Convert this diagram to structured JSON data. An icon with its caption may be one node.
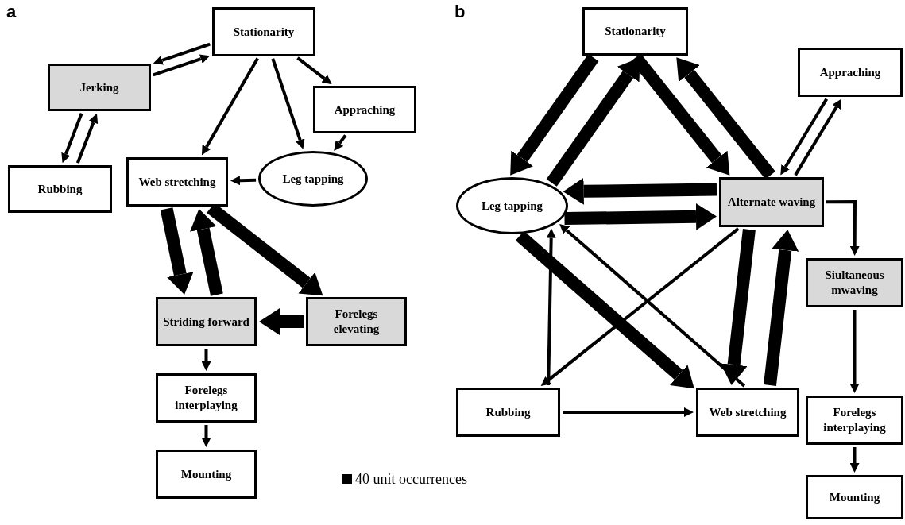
{
  "diagram": {
    "nodes": [
      {
        "text": [
          "Stationarity"
        ]
      },
      {
        "text": [
          "Jerking"
        ]
      },
      {
        "text": [
          "Appraching"
        ]
      },
      {
        "text": [
          "Rubbing"
        ]
      },
      {
        "text": [
          "Web stretching"
        ]
      },
      {
        "text": [
          "Leg tapping"
        ]
      },
      {
        "text": [
          "Striding forward"
        ]
      },
      {
        "text": [
          "Forelegs elevating"
        ]
      },
      {
        "text": [
          "Forelegs interplaying"
        ]
      },
      {
        "text": [
          "Mounting"
        ]
      },
      {
        "text": [
          "Stationarity"
        ]
      },
      {
        "text": [
          "Appraching"
        ]
      },
      {
        "text": [
          "Leg tapping"
        ]
      },
      {
        "text": [
          "Alternate waving"
        ]
      },
      {
        "text": [
          "Siultaneous mwaving"
        ]
      },
      {
        "text": [
          "Rubbing"
        ]
      },
      {
        "text": [
          "Web stretching"
        ]
      },
      {
        "text": [
          "Forelegs interplaying"
        ]
      },
      {
        "text": [
          "Mounting"
        ]
      }
    ],
    "edges": [
      {
        "from": 1,
        "to": 0,
        "arrow": "to"
      },
      {
        "from": 0,
        "to": 1,
        "arrow": "to"
      },
      {
        "from": 0,
        "to": 2,
        "arrow": "to"
      },
      {
        "from": 0,
        "to": 4,
        "arrow": "to"
      },
      {
        "from": 0,
        "to": 5,
        "arrow": "to"
      },
      {
        "from": 2,
        "to": 5,
        "arrow": "to"
      },
      {
        "from": 5,
        "to": 4,
        "arrow": "to"
      },
      {
        "from": 3,
        "to": 1,
        "arrow": "to"
      },
      {
        "from": 1,
        "to": 3,
        "arrow": "to"
      },
      {
        "from": 4,
        "to": 6,
        "arrow": "to",
        "style": "thick"
      },
      {
        "from": 6,
        "to": 4,
        "arrow": "to",
        "style": "thick"
      },
      {
        "from": 4,
        "to": 7,
        "arrow": "to",
        "style": "thick"
      },
      {
        "from": 7,
        "to": 6,
        "arrow": "to",
        "style": "thick"
      },
      {
        "from": 6,
        "to": 8,
        "arrow": "to"
      },
      {
        "from": 8,
        "to": 9,
        "arrow": "to"
      },
      {
        "from": 10,
        "to": 12,
        "arrow": "to",
        "style": "thick"
      },
      {
        "from": 12,
        "to": 10,
        "arrow": "to",
        "style": "thick"
      },
      {
        "from": 10,
        "to": 13,
        "arrow": "to",
        "style": "thick"
      },
      {
        "from": 13,
        "to": 10,
        "arrow": "to",
        "style": "thick"
      },
      {
        "from": 13,
        "to": 11,
        "arrow": "to"
      },
      {
        "from": 11,
        "to": 13,
        "arrow": "to"
      },
      {
        "from": 13,
        "to": 12,
        "arrow": "to",
        "style": "thick"
      },
      {
        "from": 12,
        "to": 13,
        "arrow": "to",
        "style": "thick"
      },
      {
        "from": 13,
        "to": 14,
        "arrow": "to"
      },
      {
        "from": 13,
        "to": 15,
        "arrow": "to"
      },
      {
        "from": 12,
        "to": 16,
        "arrow": "to",
        "style": "thick"
      },
      {
        "from": 16,
        "to": 12,
        "arrow": "to"
      },
      {
        "from": 16,
        "to": 13,
        "arrow": "to",
        "style": "thick"
      },
      {
        "from": 13,
        "to": 16,
        "arrow": "to",
        "style": "thick"
      },
      {
        "from": 15,
        "to": 12,
        "arrow": "to"
      },
      {
        "from": 15,
        "to": 16,
        "arrow": "to"
      },
      {
        "from": 14,
        "to": 17,
        "arrow": "to"
      },
      {
        "from": 17,
        "to": 18,
        "arrow": "to"
      }
    ],
    "labels": [
      "a",
      "b"
    ],
    "legend": [
      {
        "text": "40 unit occurrences",
        "color": "#000000"
      }
    ]
  }
}
